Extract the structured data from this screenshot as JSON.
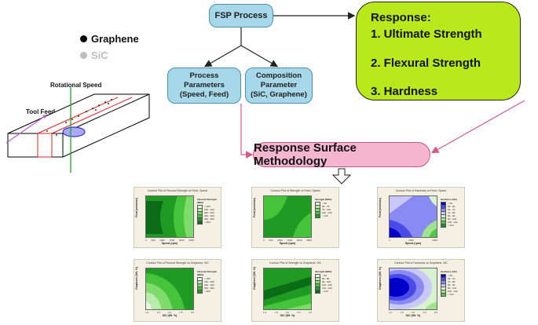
{
  "legend_materials": {
    "graphene": "Graphene",
    "sic": "SiC",
    "graphene_color": "#000000",
    "sic_color": "#bdbdbd"
  },
  "schematic": {
    "rotational_speed": "Rotational Speed",
    "tool_feed": "Tool Feed"
  },
  "fsp_process": "FSP Process",
  "process_parameters": {
    "line1": "Process",
    "line2": "Parameters",
    "line3": "(Speed, Feed)"
  },
  "composition_parameter": {
    "line1": "Composition",
    "line2": "Parameter",
    "line3": "(SiC, Graphene)"
  },
  "response": {
    "title": "Response:",
    "item1": "1. Ultimate Strength",
    "item2": "2. Flexural Strength",
    "item3": "3. Hardness"
  },
  "rsm": "Response Surface Methodology",
  "plots": {
    "p1": {
      "title": "Contour Plot of Flexural Strength vs Feed, Speed",
      "xlabel": "Speed (rpm)",
      "ylabel": "Feed (mm/min)",
      "legend_title": "Flexural Strength (MPa)",
      "legend": [
        "< 150",
        "150 - 200",
        "200 - 250",
        "250 - 300",
        "300 - 350",
        "> 350"
      ],
      "xticks": [
        "0",
        "500",
        "1000",
        "1500",
        "2000",
        "2500"
      ]
    },
    "p2": {
      "title": "Contour Plot of Strength vs Feed, Speed",
      "xlabel": "Speed (rpm)",
      "ylabel": "Feed (mm/min)",
      "legend_title": "Strength (MPa)",
      "legend": [
        "< 50",
        "50 - 75",
        "75 - 100",
        "100 - 125",
        "> 125"
      ],
      "xticks": [
        "0",
        "500",
        "1000",
        "1500",
        "2000",
        "2500"
      ]
    },
    "p3": {
      "title": "Contour Plot of Hardness vs Feed, Speed",
      "xlabel": "Speed (rpm)",
      "ylabel": "Feed (mm/min)",
      "legend_title": "Hardness (HV)",
      "legend": [
        "< 50",
        "50 - 60",
        "60 - 70",
        "70 - 80",
        "80 - 90",
        "90 - 100",
        "100 - 110",
        "> 110"
      ],
      "xticks": [
        "0",
        "1000",
        "2000"
      ]
    },
    "p4": {
      "title": "Contour Plot of Flexural Strength vs Graphene, SiC",
      "xlabel": "SiC (Wt. %)",
      "ylabel": "Graphene (Wt. %)",
      "legend_title": "Flexural Strength (MPa)",
      "legend": [
        "< 150",
        "150 - 200",
        "200 - 250",
        "250 - 300",
        "> 300"
      ],
      "xticks": [
        "1.0",
        "1.5",
        "2.0",
        "2.5",
        "3.0"
      ]
    },
    "p5": {
      "title": "Contour Plot of Strength vs Graphene, SiC",
      "xlabel": "SiC (Wt. %)",
      "ylabel": "Graphene (Wt. %)",
      "legend_title": "Strength (MPa)",
      "legend": [
        "< 60",
        "60 - 80",
        "80 - 100",
        "100 - 120",
        "120 - 140",
        "> 140"
      ],
      "xticks": [
        "1.0",
        "1.5",
        "2.0",
        "2.5",
        "3.0"
      ]
    },
    "p6": {
      "title": "Contour Plot of Hardness vs Graphene, SiC",
      "xlabel": "SiC (Wt. %)",
      "ylabel": "Graphene (Wt. %)",
      "legend_title": "Hardness (HV)",
      "legend": [
        "< 60",
        "60 - 70",
        "70 - 80",
        "80 - 90",
        "90 - 100",
        "100 - 110",
        "> 110"
      ],
      "xticks": [
        "1.0",
        "1.5",
        "2.0",
        "2.5",
        "3.0"
      ]
    }
  },
  "colors": {
    "box_blue": "#a7d8ea",
    "response_green": "#b9e81b",
    "rsm_pink": "#f4b6cf",
    "arrow_pink": "#d35a8a",
    "contour_greens": [
      "#e6f8df",
      "#b9ecaa",
      "#7fdb6b",
      "#45c33a",
      "#1f9a23",
      "#0b6b16"
    ],
    "contour_blues": [
      "#0000c8",
      "#4a4ae8",
      "#8a8af4",
      "#c8c8fb",
      "#d8f2cf",
      "#9fe38b",
      "#52c64a",
      "#1c8e25"
    ]
  }
}
